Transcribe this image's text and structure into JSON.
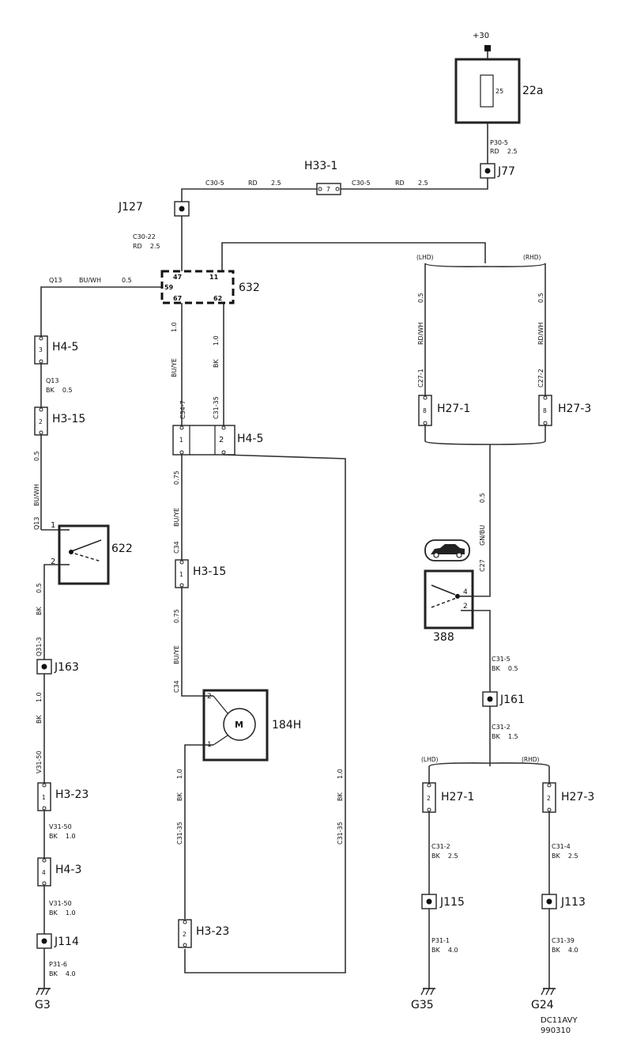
{
  "supply": {
    "label": "+30"
  },
  "fuse": {
    "id": "22a",
    "rating": "25"
  },
  "wires": {
    "p30_5": {
      "code": "P30-5",
      "spec": "RD    2.5"
    },
    "c30_5_left": {
      "code": "C30-5",
      "color": "RD",
      "size": "2.5"
    },
    "c30_5_right": {
      "code": "C30-5",
      "color": "RD",
      "size": "2.5"
    },
    "c30_22": {
      "code": "C30-22",
      "spec": "RD    2.5"
    },
    "q13_top": {
      "code": "Q13",
      "color": "BU/WH",
      "size": "0.5"
    },
    "q13_mid": {
      "code": "Q13",
      "spec": "BK    0.5"
    },
    "left_a": {
      "size": "0.5",
      "color": "BU/WH",
      "code": "Q13"
    },
    "left_b": {
      "size": "0.5",
      "color": "BK",
      "code": "Q31-3"
    },
    "left_c": {
      "size": "1.0",
      "color": "BK",
      "code": "V31-50"
    },
    "v31_50_a": {
      "code": "V31-50",
      "spec": "BK    1.0"
    },
    "v31_50_b": {
      "code": "V31-50",
      "spec": "BK    1.0"
    },
    "p31_6": {
      "code": "P31-6",
      "spec": "BK    4.0"
    },
    "c34_7": {
      "size": "1.0",
      "color": "BU/YE",
      "code": "C34-7"
    },
    "c31_35_top": {
      "size": "1.0",
      "color": "BK",
      "code": "C31-35"
    },
    "c34_a": {
      "size": "0.75",
      "color": "BU/YE",
      "code": "C34"
    },
    "c34_b": {
      "size": "0.75",
      "color": "BU/YE",
      "code": "C34"
    },
    "c31_35_mid": {
      "size": "1.0",
      "color": "BK",
      "code": "C31-35"
    },
    "c31_35_right": {
      "size": "1.0",
      "color": "BK",
      "code": "C31-35"
    },
    "c27_1": {
      "size": "0.5",
      "color": "RD/WH",
      "code": "C27-1"
    },
    "c27_2": {
      "size": "0.5",
      "color": "RD/WH",
      "code": "C27-2"
    },
    "c27": {
      "size": "0.5",
      "color": "GN/BU",
      "code": "C27"
    },
    "c31_5": {
      "code": "C31-5",
      "spec": "BK    0.5"
    },
    "c31_2_a": {
      "code": "C31-2",
      "spec": "BK    1.5"
    },
    "c31_2_b": {
      "code": "C31-2",
      "spec": "BK    2.5"
    },
    "c31_4": {
      "code": "C31-4",
      "spec": "BK    2.5"
    },
    "p31_1": {
      "code": "P31-1",
      "spec": "BK    4.0"
    },
    "c31_39": {
      "code": "C31-39",
      "spec": "BK    4.0"
    }
  },
  "variants": {
    "lhd_top": "(LHD)",
    "rhd_top": "(RHD)",
    "lhd_bottom": "(LHD)",
    "rhd_bottom": "(RHD)"
  },
  "connectors": {
    "h33_1": {
      "id": "H33-1",
      "pin": "7"
    },
    "h4_5_left": {
      "id": "H4-5",
      "pin": "3"
    },
    "h3_15_left": {
      "id": "H3-15",
      "pin": "2"
    },
    "h3_23_left": {
      "id": "H3-23",
      "pin": "1"
    },
    "h4_3": {
      "id": "H4-3",
      "pin": "4"
    },
    "h4_5_mid": {
      "id": "H4-5",
      "pin1": "1",
      "pin2": "2"
    },
    "h3_15_mid": {
      "id": "H3-15",
      "pin": "1"
    },
    "h3_23_mid": {
      "id": "H3-23",
      "pin": "2"
    },
    "h27_1_top": {
      "id": "H27-1",
      "pin": "8"
    },
    "h27_3_top": {
      "id": "H27-3",
      "pin": "8"
    },
    "h27_1_bottom": {
      "id": "H27-1",
      "pin": "2"
    },
    "h27_3_bottom": {
      "id": "H27-3",
      "pin": "2"
    }
  },
  "junctions": {
    "j77": "J77",
    "j127": "J127",
    "j163": "J163",
    "j114": "J114",
    "j161": "J161",
    "j115": "J115",
    "j113": "J113"
  },
  "control_unit": {
    "id": "632",
    "pin47": "47",
    "pin11": "11",
    "pin59": "59",
    "pin67": "67",
    "pin62": "62"
  },
  "switch_622": {
    "id": "622",
    "pin1": "1",
    "pin2": "2"
  },
  "switch_388": {
    "id": "388",
    "pin4": "4",
    "pin2": "2"
  },
  "motor": {
    "id": "184H",
    "symbol": "M",
    "pin2": "2",
    "pin1": "1"
  },
  "grounds": {
    "g3": "G3",
    "g35": "G35",
    "g24": "G24"
  },
  "footer": {
    "line1": "DC11AVY",
    "line2": "990310"
  }
}
